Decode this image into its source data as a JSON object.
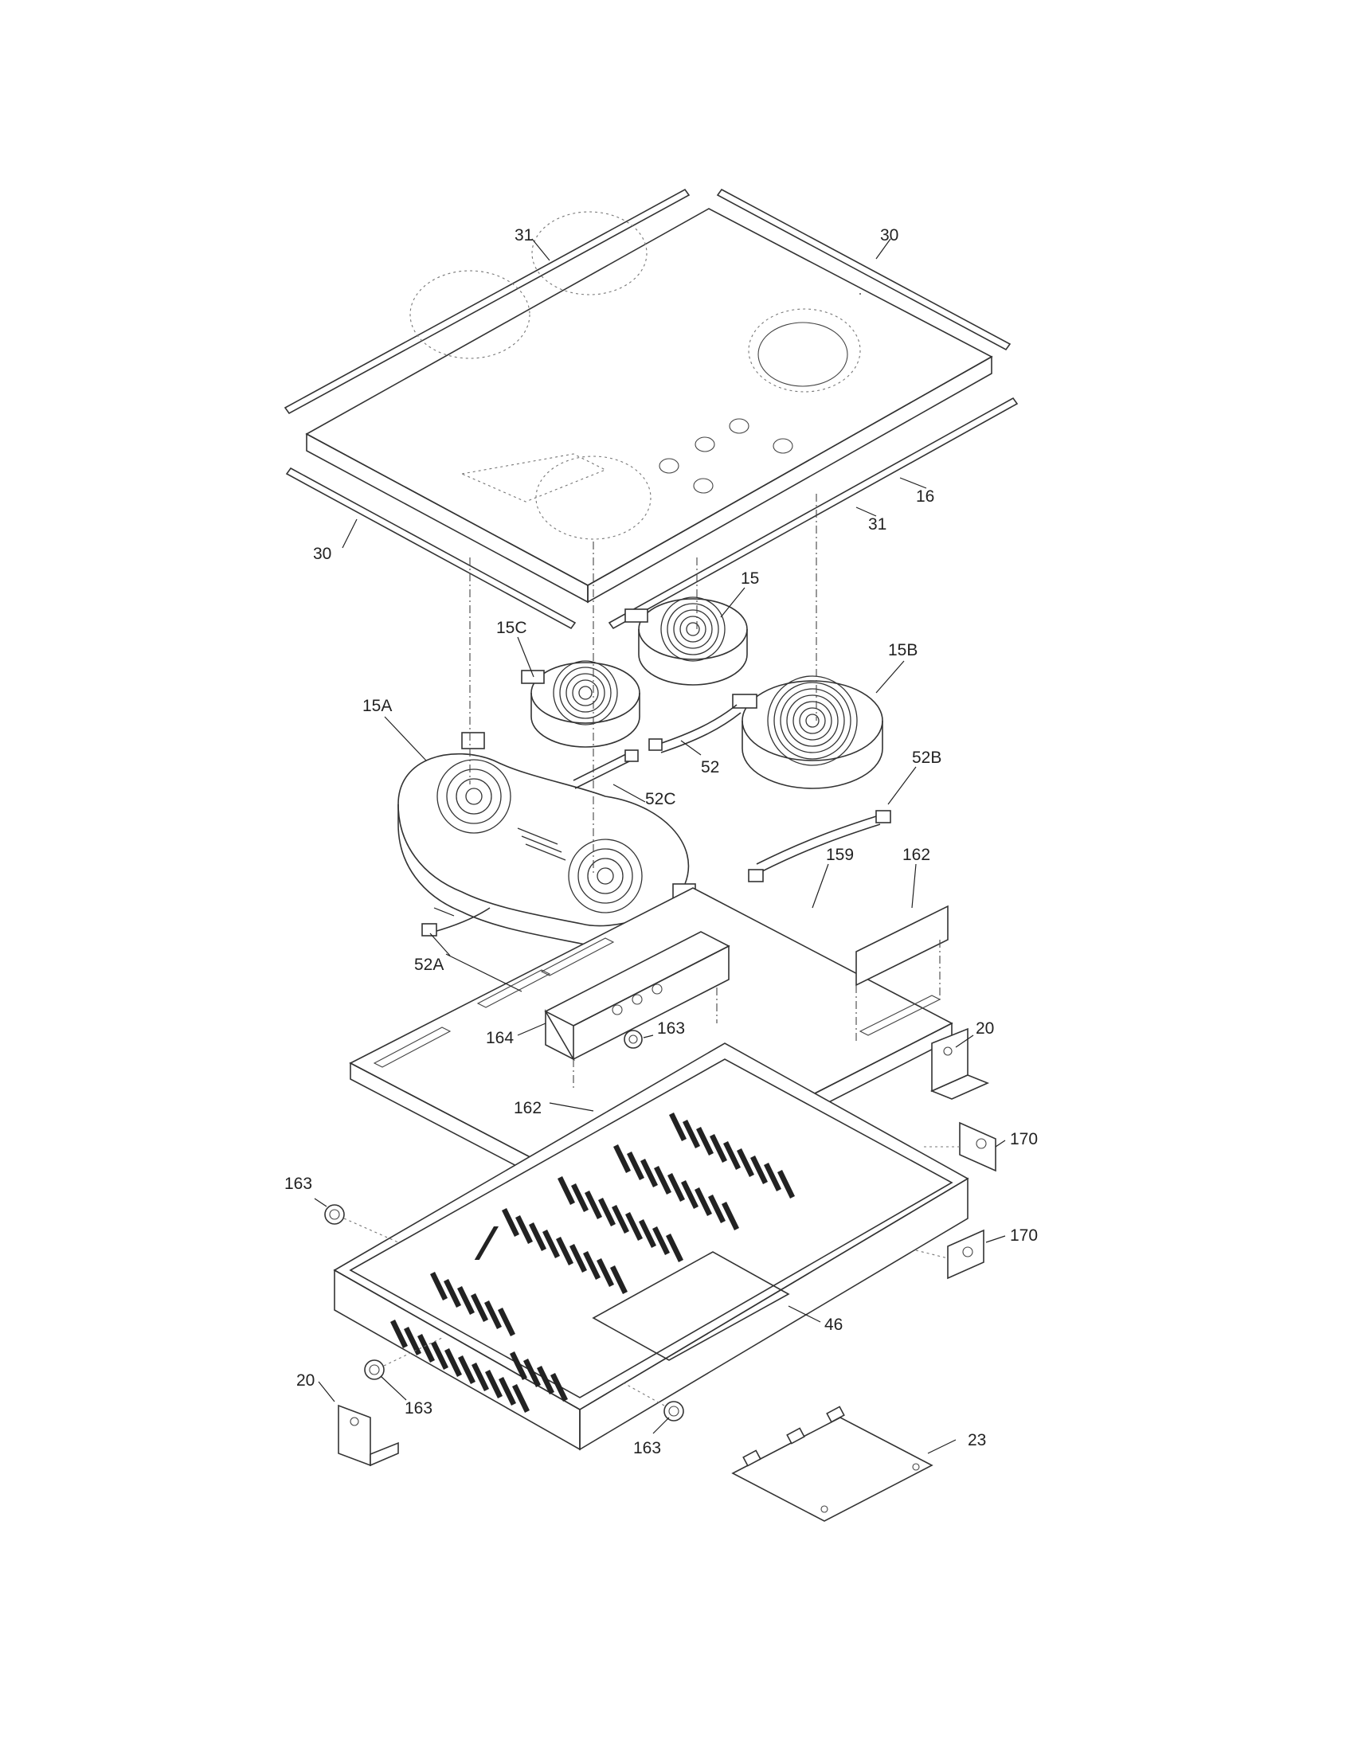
{
  "diagram": {
    "type": "exploded-parts-view",
    "part_labels": [
      "31",
      "30",
      "30",
      "31",
      "16",
      "15",
      "15C",
      "15B",
      "15A",
      "52",
      "52B",
      "52C",
      "52A",
      "159",
      "162",
      "164",
      "163",
      "20",
      "162",
      "170",
      "163",
      "170",
      "46",
      "20",
      "163",
      "163",
      "23"
    ]
  }
}
